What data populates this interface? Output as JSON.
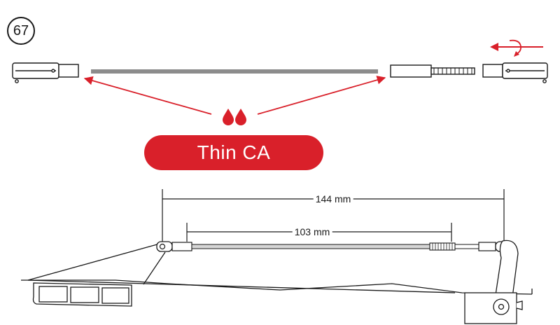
{
  "step": {
    "number": "67"
  },
  "glue": {
    "label": "Thin CA"
  },
  "dimensions": {
    "overall": {
      "label": "144 mm"
    },
    "inner": {
      "label": "103 mm"
    }
  },
  "colors": {
    "accent": "#d9202a",
    "ink": "#1a1a1a",
    "rod": "#8c8c8c"
  },
  "icons": {
    "glue_drops": "glue-drops-icon",
    "rotate_direction": "rotate-direction-icon"
  }
}
